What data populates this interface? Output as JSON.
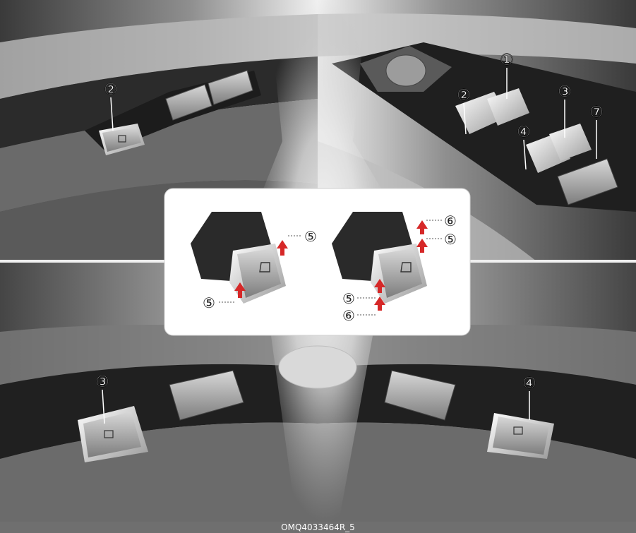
{
  "figure": {
    "caption": "OMQ4033464R_5",
    "callouts": {
      "c1": "①",
      "c2": "②",
      "c3": "③",
      "c4": "④",
      "c5": "⑤",
      "c6": "⑥",
      "c7": "⑦"
    }
  },
  "colors": {
    "arrow": "#d62828",
    "panel_bg": "#ffffff",
    "trim_dark": "#1c1c1c",
    "trim_mid": "#8a8a8a"
  }
}
